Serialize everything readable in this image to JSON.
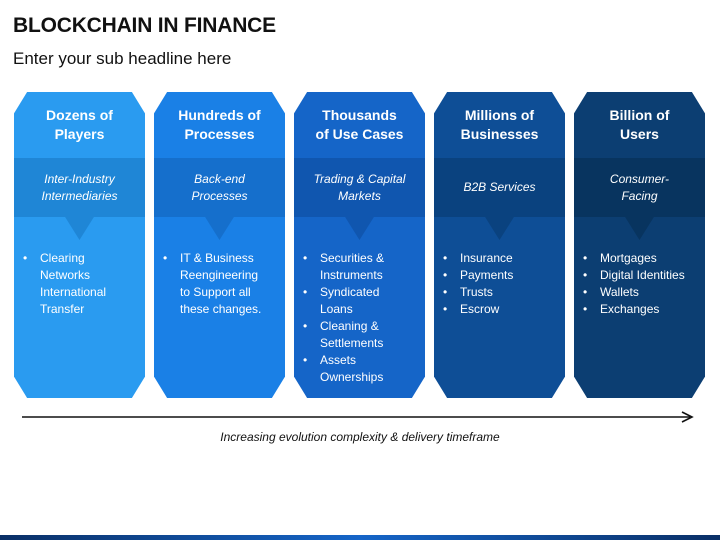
{
  "title": "BLOCKCHAIN IN FINANCE",
  "subtitle": "Enter your sub headline here",
  "columns": [
    {
      "head": [
        "Dozens of",
        "Players"
      ],
      "band": [
        "Inter-Industry",
        "Intermediaries"
      ],
      "items": [
        {
          "text": "Clearing",
          "bullet": true
        },
        {
          "text": "Networks",
          "bullet": false
        },
        {
          "text": "International",
          "bullet": false
        },
        {
          "text": "Transfer",
          "bullet": false
        }
      ]
    },
    {
      "head": [
        "Hundreds of",
        "Processes"
      ],
      "band": [
        "Back-end",
        "Processes"
      ],
      "items": [
        {
          "text": "IT & Business",
          "bullet": true
        },
        {
          "text": "Reengineering",
          "bullet": false
        },
        {
          "text": "to Support all",
          "bullet": false
        },
        {
          "text": "these changes.",
          "bullet": false
        }
      ]
    },
    {
      "head": [
        "Thousands",
        "of Use Cases"
      ],
      "band": [
        "Trading & Capital",
        "Markets"
      ],
      "items": [
        {
          "text": "Securities &",
          "bullet": true
        },
        {
          "text": "Instruments",
          "bullet": false
        },
        {
          "text": "Syndicated",
          "bullet": true
        },
        {
          "text": "Loans",
          "bullet": false
        },
        {
          "text": "Cleaning &",
          "bullet": true
        },
        {
          "text": "Settlements",
          "bullet": false
        },
        {
          "text": "Assets",
          "bullet": true
        },
        {
          "text": "Ownerships",
          "bullet": false
        }
      ]
    },
    {
      "head": [
        "Millions of",
        "Businesses"
      ],
      "band": [
        "B2B Services"
      ],
      "items": [
        {
          "text": "Insurance",
          "bullet": true
        },
        {
          "text": "Payments",
          "bullet": true
        },
        {
          "text": "Trusts",
          "bullet": true
        },
        {
          "text": "Escrow",
          "bullet": true
        }
      ]
    },
    {
      "head": [
        "Billion of",
        "Users"
      ],
      "band": [
        "Consumer-",
        "Facing"
      ],
      "items": [
        {
          "text": "Mortgages",
          "bullet": true
        },
        {
          "text": "Digital Identities",
          "bullet": true
        },
        {
          "text": "Wallets",
          "bullet": true
        },
        {
          "text": "Exchanges",
          "bullet": true
        }
      ]
    }
  ],
  "caption": "Increasing evolution complexity & delivery timeframe",
  "colors": {
    "col1": "#2a9bf0",
    "col2": "#1a80e6",
    "col3": "#1565c8",
    "col4": "#0e4e96",
    "col5": "#0c3e72",
    "arrow": "#111111"
  }
}
